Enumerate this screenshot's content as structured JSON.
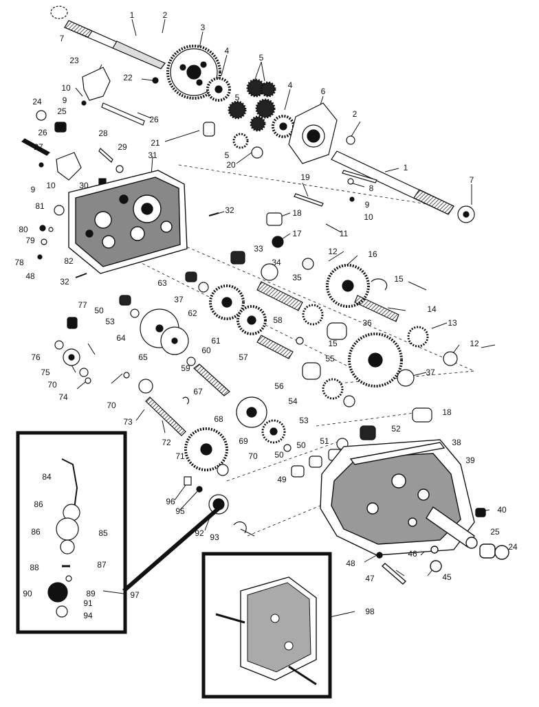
{
  "diagram": {
    "colors": {
      "ink": "#111111",
      "paper": "#ffffff",
      "shade": "#555555"
    },
    "callouts": [
      {
        "id": "c1a",
        "text": "1"
      },
      {
        "id": "c2a",
        "text": "2"
      },
      {
        "id": "c3",
        "text": "3"
      },
      {
        "id": "c4a",
        "text": "4"
      },
      {
        "id": "c5a",
        "text": "5"
      },
      {
        "id": "c5b",
        "text": "5"
      },
      {
        "id": "c4b",
        "text": "4"
      },
      {
        "id": "c6",
        "text": "6"
      },
      {
        "id": "c7a",
        "text": "7"
      },
      {
        "id": "c23",
        "text": "23"
      },
      {
        "id": "c22",
        "text": "22"
      },
      {
        "id": "c10a",
        "text": "10"
      },
      {
        "id": "c9a",
        "text": "9"
      },
      {
        "id": "c24a",
        "text": "24"
      },
      {
        "id": "c25a",
        "text": "25"
      },
      {
        "id": "c26a",
        "text": "26"
      },
      {
        "id": "c26b",
        "text": "26"
      },
      {
        "id": "c28",
        "text": "28"
      },
      {
        "id": "c29",
        "text": "29"
      },
      {
        "id": "c27",
        "text": "27"
      },
      {
        "id": "c21",
        "text": "21"
      },
      {
        "id": "c5c",
        "text": "5"
      },
      {
        "id": "c20",
        "text": "20"
      },
      {
        "id": "c2b",
        "text": "2"
      },
      {
        "id": "c1b",
        "text": "1"
      },
      {
        "id": "c31",
        "text": "31"
      },
      {
        "id": "c9b",
        "text": "9"
      },
      {
        "id": "c10b",
        "text": "10"
      },
      {
        "id": "c30",
        "text": "30"
      },
      {
        "id": "c19",
        "text": "19"
      },
      {
        "id": "c8",
        "text": "8"
      },
      {
        "id": "c7b",
        "text": "7"
      },
      {
        "id": "c81",
        "text": "81"
      },
      {
        "id": "c32a",
        "text": "32"
      },
      {
        "id": "c18a",
        "text": "18"
      },
      {
        "id": "c9c",
        "text": "9"
      },
      {
        "id": "c10c",
        "text": "10"
      },
      {
        "id": "c80",
        "text": "80"
      },
      {
        "id": "c79",
        "text": "79"
      },
      {
        "id": "c11",
        "text": "11"
      },
      {
        "id": "c17",
        "text": "17"
      },
      {
        "id": "c78",
        "text": "78"
      },
      {
        "id": "c82",
        "text": "82"
      },
      {
        "id": "c48a",
        "text": "48"
      },
      {
        "id": "c33",
        "text": "33"
      },
      {
        "id": "c12a",
        "text": "12"
      },
      {
        "id": "c16",
        "text": "16"
      },
      {
        "id": "c34",
        "text": "34"
      },
      {
        "id": "c32b",
        "text": "32"
      },
      {
        "id": "c63",
        "text": "63"
      },
      {
        "id": "c35",
        "text": "35"
      },
      {
        "id": "c15a",
        "text": "15"
      },
      {
        "id": "c37a",
        "text": "37"
      },
      {
        "id": "c77",
        "text": "77"
      },
      {
        "id": "c50a",
        "text": "50"
      },
      {
        "id": "c62",
        "text": "62"
      },
      {
        "id": "c14",
        "text": "14"
      },
      {
        "id": "c53a",
        "text": "53"
      },
      {
        "id": "c58",
        "text": "58"
      },
      {
        "id": "c13",
        "text": "13"
      },
      {
        "id": "c36",
        "text": "36"
      },
      {
        "id": "c64",
        "text": "64"
      },
      {
        "id": "c61",
        "text": "61"
      },
      {
        "id": "c15b",
        "text": "15"
      },
      {
        "id": "c12b",
        "text": "12"
      },
      {
        "id": "c65",
        "text": "65"
      },
      {
        "id": "c60",
        "text": "60"
      },
      {
        "id": "c76",
        "text": "76"
      },
      {
        "id": "c57",
        "text": "57"
      },
      {
        "id": "c55",
        "text": "55"
      },
      {
        "id": "c59",
        "text": "59"
      },
      {
        "id": "c75",
        "text": "75"
      },
      {
        "id": "c56",
        "text": "56"
      },
      {
        "id": "c37b",
        "text": "37"
      },
      {
        "id": "c70a",
        "text": "70"
      },
      {
        "id": "c74",
        "text": "74"
      },
      {
        "id": "c54",
        "text": "54"
      },
      {
        "id": "c70b",
        "text": "70"
      },
      {
        "id": "c67",
        "text": "67"
      },
      {
        "id": "c73",
        "text": "73"
      },
      {
        "id": "c18b",
        "text": "18"
      },
      {
        "id": "c53b",
        "text": "53"
      },
      {
        "id": "c68",
        "text": "68"
      },
      {
        "id": "c52",
        "text": "52"
      },
      {
        "id": "c72",
        "text": "72"
      },
      {
        "id": "c51",
        "text": "51"
      },
      {
        "id": "c69",
        "text": "69"
      },
      {
        "id": "c38",
        "text": "38"
      },
      {
        "id": "c71",
        "text": "71"
      },
      {
        "id": "c50b",
        "text": "50"
      },
      {
        "id": "c50c",
        "text": "50"
      },
      {
        "id": "c39",
        "text": "39"
      },
      {
        "id": "c70c",
        "text": "70"
      },
      {
        "id": "c84",
        "text": "84"
      },
      {
        "id": "c49",
        "text": "49"
      },
      {
        "id": "c96",
        "text": "96"
      },
      {
        "id": "c86a",
        "text": "86"
      },
      {
        "id": "c95",
        "text": "95"
      },
      {
        "id": "c40",
        "text": "40"
      },
      {
        "id": "c86b",
        "text": "86"
      },
      {
        "id": "c85",
        "text": "85"
      },
      {
        "id": "c92",
        "text": "92"
      },
      {
        "id": "c93",
        "text": "93"
      },
      {
        "id": "c25b",
        "text": "25"
      },
      {
        "id": "c24b",
        "text": "24"
      },
      {
        "id": "c87",
        "text": "87"
      },
      {
        "id": "c46",
        "text": "46"
      },
      {
        "id": "c48b",
        "text": "48"
      },
      {
        "id": "c88",
        "text": "88"
      },
      {
        "id": "c47",
        "text": "47"
      },
      {
        "id": "c45",
        "text": "45"
      },
      {
        "id": "c89",
        "text": "89"
      },
      {
        "id": "c97",
        "text": "97"
      },
      {
        "id": "c90",
        "text": "90"
      },
      {
        "id": "c91",
        "text": "91"
      },
      {
        "id": "c94",
        "text": "94"
      },
      {
        "id": "c98",
        "text": "98"
      }
    ]
  }
}
